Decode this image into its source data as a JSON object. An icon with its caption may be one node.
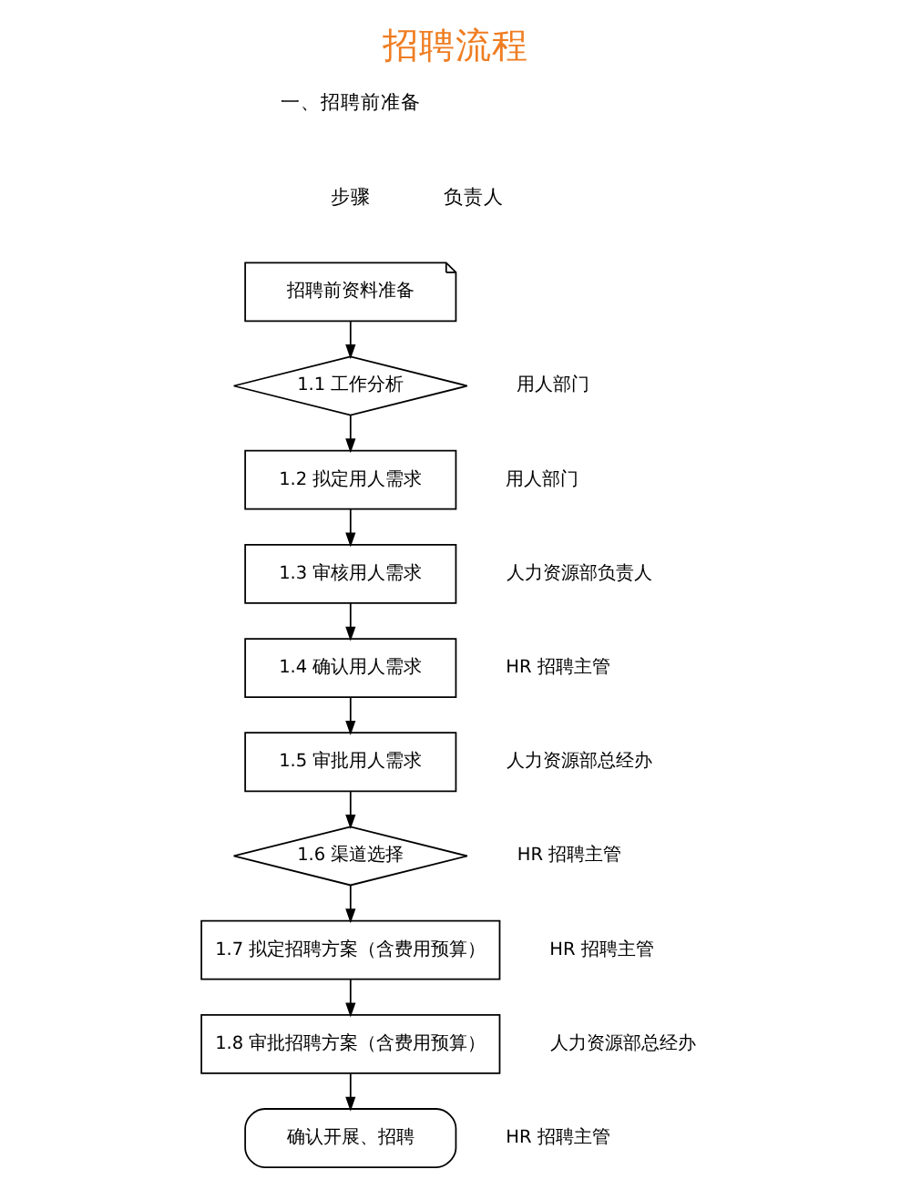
{
  "diagram": {
    "title": "招聘流程",
    "nodes": [
      {
        "text": [
          "招聘前资料准备"
        ]
      },
      {
        "text": [
          "1.1 工作分析"
        ],
        "beside": [
          "用人部门"
        ]
      },
      {
        "text": [
          "1.2 拟定用人需求"
        ],
        "beside": [
          "用人部门"
        ]
      },
      {
        "text": [
          "1.3 审核用人需求"
        ],
        "beside": [
          "人力资源部负责人"
        ]
      },
      {
        "text": [
          "1.4 确认用人需求"
        ],
        "beside": [
          "HR 招聘主管"
        ]
      },
      {
        "text": [
          "1.5 审批用人需求"
        ],
        "beside": [
          "人力资源部总经办"
        ]
      },
      {
        "text": [
          "1.6 渠道选择"
        ],
        "beside": [
          "HR 招聘主管"
        ]
      },
      {
        "text": [
          "1.7 拟定招聘方案（含费用预算）"
        ],
        "beside": [
          "HR 招聘主管"
        ]
      },
      {
        "text": [
          "1.8 审批招聘方案（含费用预算）"
        ],
        "beside": [
          "人力资源部总经办"
        ]
      },
      {
        "text": [
          "确认开展、招聘"
        ],
        "beside": [
          "HR 招聘主管"
        ]
      }
    ],
    "edges": [
      {
        "from": 0,
        "to": 1,
        "arrow": "to"
      },
      {
        "from": 1,
        "to": 2,
        "arrow": "to"
      },
      {
        "from": 2,
        "to": 3,
        "arrow": "to"
      },
      {
        "from": 3,
        "to": 4,
        "arrow": "to"
      },
      {
        "from": 4,
        "to": 5,
        "arrow": "to"
      },
      {
        "from": 5,
        "to": 6,
        "arrow": "to"
      },
      {
        "from": 6,
        "to": 7,
        "arrow": "to"
      },
      {
        "from": 7,
        "to": 8,
        "arrow": "to"
      },
      {
        "from": 8,
        "to": 9,
        "arrow": "to"
      }
    ],
    "labels": [
      "一、招聘前准备",
      "步骤",
      "负责人"
    ]
  }
}
